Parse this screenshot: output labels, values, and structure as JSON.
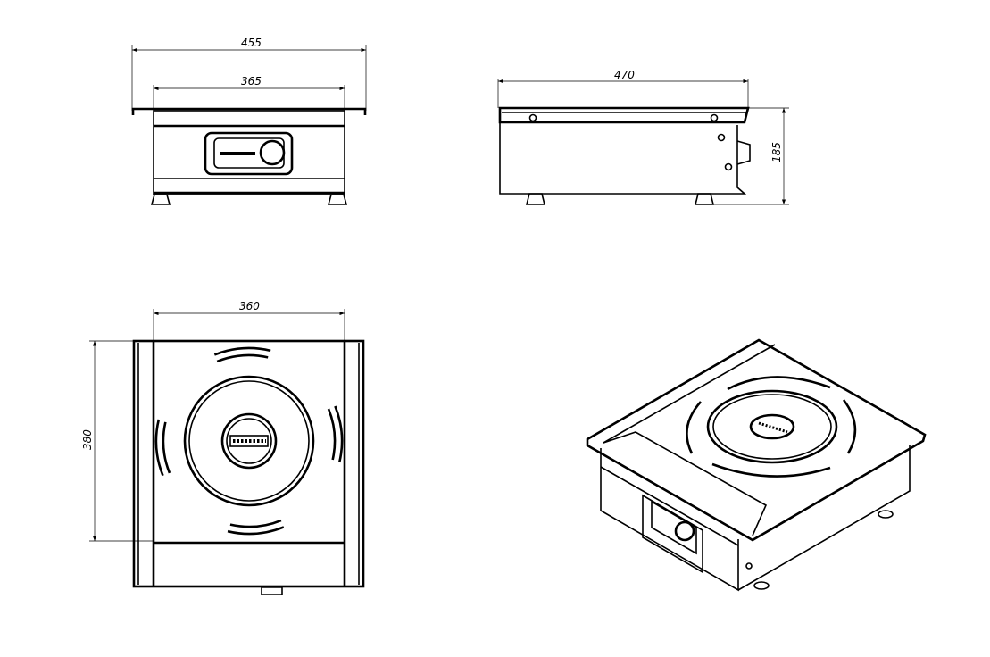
{
  "title": "Induction cooker technical drawing",
  "front_view": {
    "overall_width": "455",
    "body_width": "365"
  },
  "side_view": {
    "depth": "470",
    "height": "185"
  },
  "top_view": {
    "width": "360",
    "depth": "380"
  },
  "colors": {
    "line": "#000000",
    "background": "#ffffff"
  }
}
